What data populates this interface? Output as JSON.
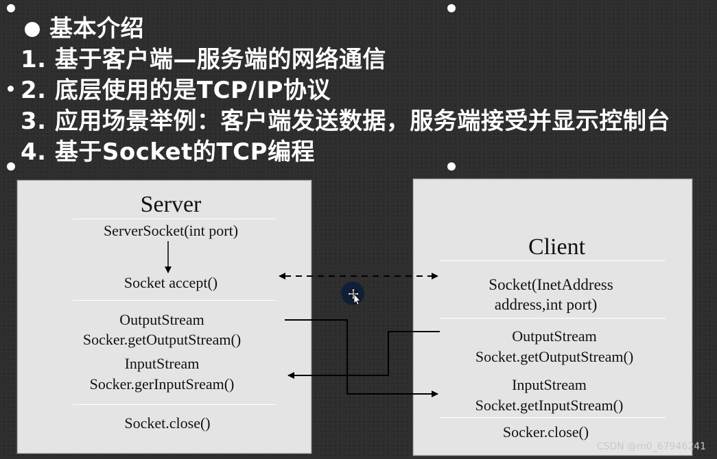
{
  "intro": {
    "heading": "基本介绍",
    "items": [
      "1. 基于客户端—服务端的网络通信",
      "2. 底层使用的是TCP/IP协议",
      "3. 应用场景举例：客户端发送数据，服务端接受并显示控制台",
      "4. 基于Socket的TCP编程"
    ]
  },
  "server": {
    "title": "Server",
    "server_socket": "ServerSocket(int port)",
    "accept": "Socket accept()",
    "output_stream": "OutputStream",
    "output_method": "Socker.getOutputStream()",
    "input_stream": "InputStream",
    "input_method": "Socker.gerInputSream()",
    "close": "Socket.close()"
  },
  "client": {
    "title": "Client",
    "socket_line1": "Socket(InetAddress",
    "socket_line2": "address,int port)",
    "output_stream": "OutputStream",
    "output_method": "Socket.getOutputStream()",
    "input_stream": "InputStream",
    "input_method": "Socket.getInputStream()",
    "close": "Socker.close()"
  },
  "watermark": "CSDN @m0_67946241",
  "colors": {
    "background": "#2e2e2e",
    "box": "#e4e4e4",
    "text": "#ffffff"
  },
  "icons": {
    "cursor": "move-cursor-icon"
  }
}
